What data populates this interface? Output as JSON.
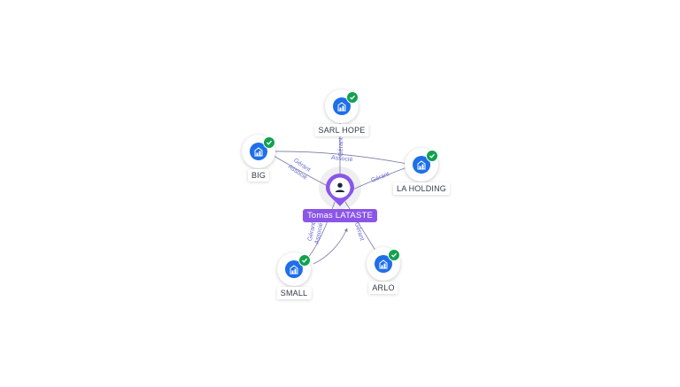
{
  "center": {
    "name": "Tomas LATASTE",
    "icon": "person-icon",
    "color": "#8a55e8"
  },
  "companies": [
    {
      "name": "SARL HOPE",
      "icon": "building-icon",
      "verified": true
    },
    {
      "name": "BIG",
      "icon": "building-icon",
      "verified": true
    },
    {
      "name": "LA HOLDING",
      "icon": "building-icon",
      "verified": true
    },
    {
      "name": "SMALL",
      "icon": "building-icon",
      "verified": true
    },
    {
      "name": "ARLO",
      "icon": "building-icon",
      "verified": true
    }
  ],
  "edges": [
    {
      "from": "Tomas LATASTE",
      "to": "SARL HOPE",
      "roles": [
        "Gérant"
      ]
    },
    {
      "from": "Tomas LATASTE",
      "to": "BIG",
      "roles": [
        "Gérant",
        "Associé"
      ]
    },
    {
      "from": "Tomas LATASTE",
      "to": "LA HOLDING",
      "roles": [
        "Gérant"
      ]
    },
    {
      "from": "Tomas LATASTE",
      "to": "SMALL",
      "roles": [
        "Gérant",
        "Associé"
      ]
    },
    {
      "from": "Tomas LATASTE",
      "to": "ARLO",
      "roles": [
        "Gérant"
      ]
    },
    {
      "from": "LA HOLDING",
      "to": "BIG",
      "roles": [
        "Associé"
      ]
    }
  ],
  "colors": {
    "edge": "#7a7aa8",
    "edge_label": "#6a6ad0",
    "company": "#1e6fe8",
    "verified": "#12a150"
  }
}
